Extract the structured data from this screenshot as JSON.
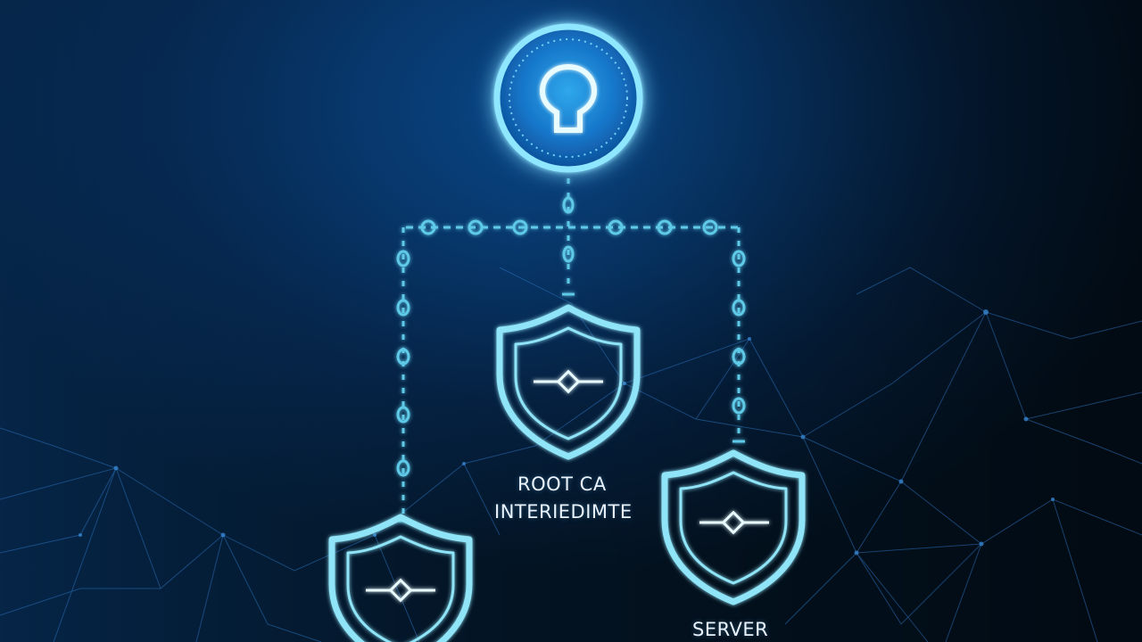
{
  "labels": {
    "root_ca": "ROOT CA",
    "intermediate": "INTERIEDIMTE",
    "server": "SERVER"
  },
  "icons": {
    "root": "lock-keyhole-icon",
    "certificate": "shield-icon",
    "link": "chain-link-icon"
  },
  "colors": {
    "background_top": "#0a4a8c",
    "background_dark": "#020a14",
    "glow": "#35c8ff",
    "line": "#5fc9e8",
    "network": "#2a6fb8",
    "text": "#eaf4ff"
  }
}
